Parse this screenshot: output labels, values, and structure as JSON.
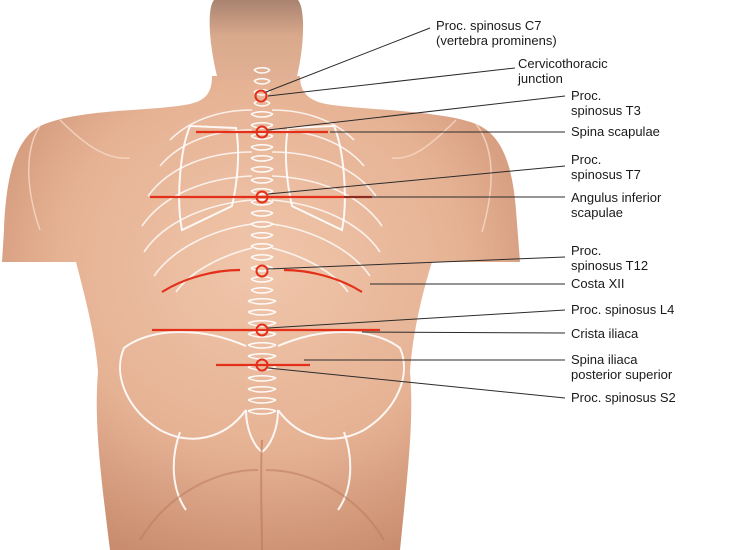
{
  "figure": {
    "colors": {
      "skin": "#e8b79a",
      "skin_shadow": "#c98f72",
      "bone_outline": "#ffffff",
      "landmark_red": "#e3301a",
      "leader_line": "#2b2b2b",
      "hair": "#9c7a66"
    },
    "labels": [
      {
        "id": "c7",
        "lines": [
          "Proc. spinosus C7",
          "(vertebra prominens)"
        ]
      },
      {
        "id": "ct",
        "lines": [
          "Cervicothoracic",
          "junction"
        ]
      },
      {
        "id": "t3",
        "lines": [
          "Proc.",
          "spinosus T3"
        ]
      },
      {
        "id": "ss",
        "lines": [
          "Spina scapulae"
        ]
      },
      {
        "id": "t7",
        "lines": [
          "Proc.",
          "spinosus T7"
        ]
      },
      {
        "id": "ais",
        "lines": [
          "Angulus inferior",
          "scapulae"
        ]
      },
      {
        "id": "t12",
        "lines": [
          "Proc.",
          "spinosus T12"
        ]
      },
      {
        "id": "c12",
        "lines": [
          "Costa XII"
        ]
      },
      {
        "id": "l4",
        "lines": [
          "Proc. spinosus L4"
        ]
      },
      {
        "id": "ci",
        "lines": [
          "Crista iliaca"
        ]
      },
      {
        "id": "sips",
        "lines": [
          "Spina iliaca",
          "posterior superior"
        ]
      },
      {
        "id": "s2",
        "lines": [
          "Proc. spinosus S2"
        ]
      }
    ]
  }
}
